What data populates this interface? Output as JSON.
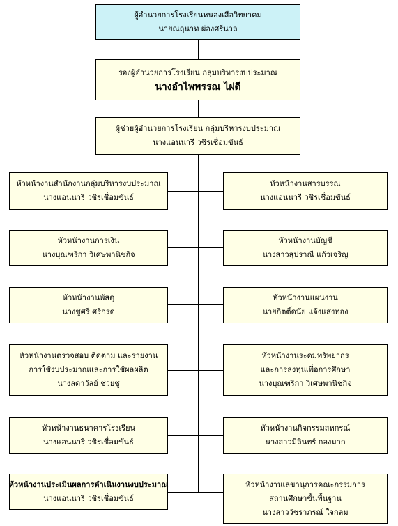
{
  "top": [
    "ผู้อำนวยการโรงเรียนหนองเสือวิทยาคม",
    "นายณฤนาท  ผ่องศรีนวล"
  ],
  "deputy": [
    "รองผู้อำนวยการโรงเรียน กลุ่มบริหารงบประมาณ",
    "นางอำไพพรรณ  ไฝดี"
  ],
  "assistant": [
    "ผู้ช่วยผู้อำนวยการโรงเรียน กลุ่มบริหารงบประมาณ",
    "นางแอนนารี  วชิรเชื่อมขันธ์"
  ],
  "left": [
    [
      "หัวหน้างานสำนักงานกลุ่มบริหารงบประมาณ",
      "นางแอนนารี  วชิรเชื่อมขันธ์"
    ],
    [
      "หัวหน้างานการเงิน",
      "นางบุณฑริกา  วิเศษพานิชกิจ"
    ],
    [
      "หัวหน้างานพัสดุ",
      "นางชูศรี  ศรีกรด"
    ],
    [
      "หัวหน้างานตรวจสอบ ติดตาม และรายงาน",
      "การใช้งบประมาณและการใช้ผลผลิต",
      "นางลดาวัลย์  ช่วยชู"
    ],
    [
      "หัวหน้างานธนาคารโรงเรียน",
      "นางแอนนารี  วชิรเชื่อมขันธ์"
    ],
    [
      "หัวหน้างานประเมินผลการดำเนินงานงบประมาณ",
      "นางแอนนารี  วชิรเชื่อมขันธ์"
    ]
  ],
  "right": [
    [
      "หัวหน้างานสารบรรณ",
      "นางแอนนารี  วชิรเชื่อมขันธ์"
    ],
    [
      "หัวหน้างานบัญชี",
      "นางสาวสุปราณี  แก้วเจริญ"
    ],
    [
      "หัวหน้างานแผนงาน",
      "นายกิตติ์ดนัย  แจ้งแสงทอง"
    ],
    [
      "หัวหน้างานระดมทรัพยากร",
      "และการลงทุนเพื่อการศึกษา",
      "นางบุณฑริกา  วิเศษพานิชกิจ"
    ],
    [
      "หัวหน้างานกิจกรรมสหกรณ์",
      "นางสาวมิลินทร์  กองมาก"
    ],
    [
      "หัวหน้างานเลขานุการคณะกรรมการ",
      "สถานศึกษาขั้นพื้นฐาน",
      "นางสาววัชราภรณ์  ใจกลม"
    ]
  ]
}
